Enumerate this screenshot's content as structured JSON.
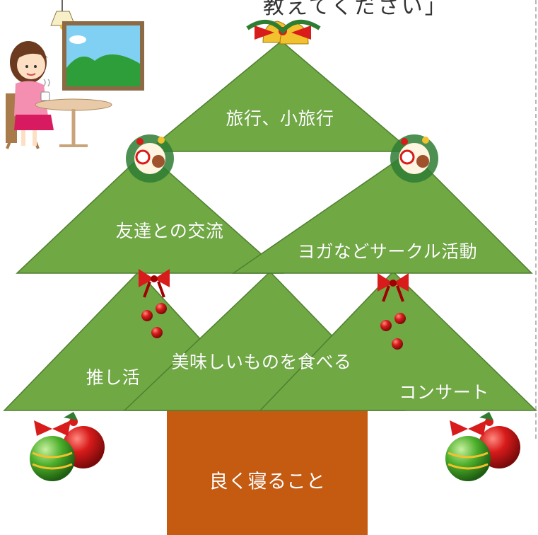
{
  "header_text": "教えてください」",
  "tree": {
    "top": "旅行、小旅行",
    "mid_left": "友達との交流",
    "mid_right": "ヨガなどサークル活動",
    "low_left": "推し活",
    "low_center": "美味しいものを食べる",
    "low_right": "コンサート",
    "trunk": "良く寝ること"
  },
  "colors": {
    "leaf": "#70a844",
    "leaf_edge": "#3f6f24",
    "trunk": "#c55a11",
    "text": "#ffffff"
  }
}
